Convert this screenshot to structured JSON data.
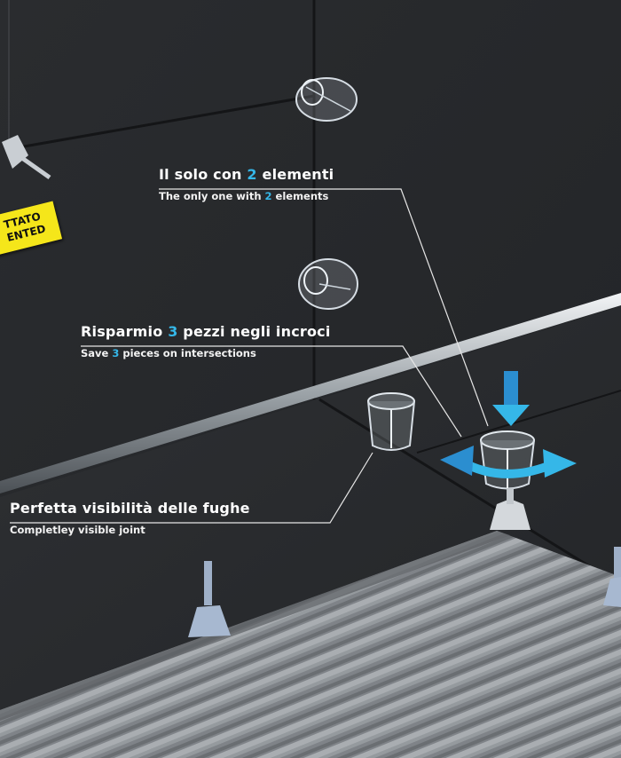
{
  "captions": [
    {
      "it_pre": "Il solo con ",
      "it_num": "2",
      "it_post": " elementi",
      "en_pre": "The only one with ",
      "en_num": "2",
      "en_post": " elements"
    },
    {
      "it_pre": "Risparmio ",
      "it_num": "3",
      "it_post": " pezzi negli incroci",
      "en_pre": "Save ",
      "en_num": "3",
      "en_post": " pieces on intersections"
    },
    {
      "it_pre": "Perfetta visibilità delle fughe",
      "it_num": "",
      "it_post": "",
      "en_pre": "Completley visible joint",
      "en_num": "",
      "en_post": ""
    }
  ],
  "stamp": {
    "line1": "TTATO",
    "line2": "ENTED"
  },
  "colors": {
    "accent": "#35b7e8",
    "tile": "#2b2d30",
    "mortar": "#8e9296",
    "caption_text": "#ffffff"
  },
  "icons": [
    "spacer-clip-icon",
    "down-arrow-icon",
    "rotation-arrows-icon"
  ]
}
